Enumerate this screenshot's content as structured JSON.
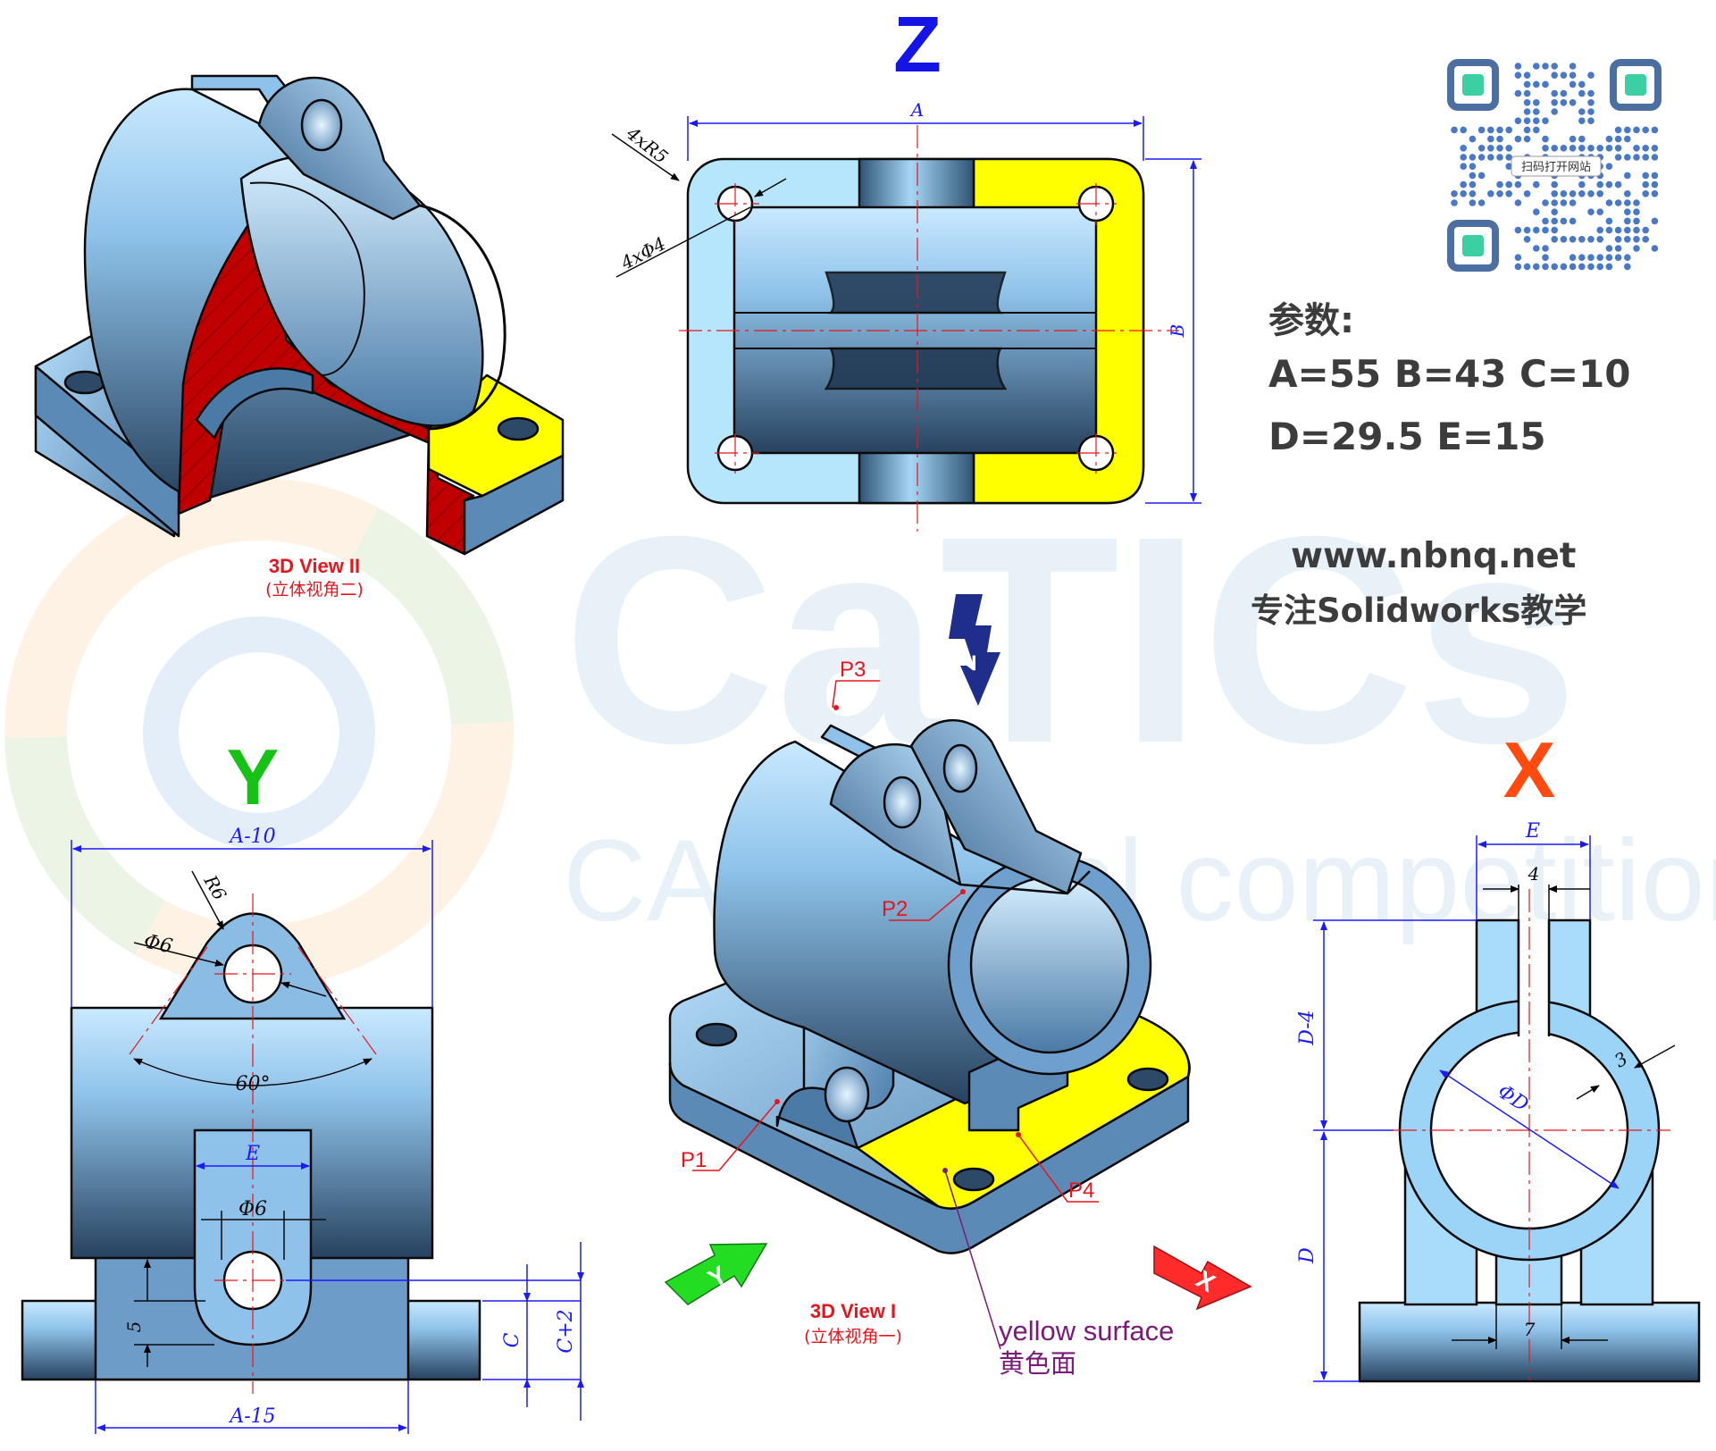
{
  "labels": {
    "z_view": "Z",
    "y_view": "Y",
    "x_view": "X",
    "view2_title": "3D View II",
    "view2_sub": "(立体视角二)",
    "view1_title": "3D View I",
    "view1_sub": "(立体视角一)",
    "yellow_surface_en": "yellow surface",
    "yellow_surface_cn": "黄色面",
    "p1": "P1",
    "p2": "P2",
    "p3": "P3",
    "p4": "P4"
  },
  "params": {
    "title": "参数:",
    "line1": "A=55 B=43 C=10",
    "line2": "D=29.5 E=15"
  },
  "site": {
    "url": "www.nbnq.net",
    "slogan": "专注Solidworks教学"
  },
  "qr": {
    "caption": "扫码打开网站"
  },
  "watermark": {
    "logo": "CaTICs",
    "tagline": "CAD digital competition"
  },
  "dims_z": {
    "A": "A",
    "B": "B",
    "R": "4xR5",
    "phi": "4xΦ4"
  },
  "dims_y": {
    "top": "A-10",
    "R6": "R6",
    "phi6_top": "Φ6",
    "angle": "60°",
    "E": "E",
    "phi6_bottom": "Φ6",
    "five": "5",
    "bottom": "A-15",
    "C": "C",
    "C2": "C+2"
  },
  "dims_x": {
    "E": "E",
    "four": "4",
    "D4": "D-4",
    "phiD": "ΦD",
    "three": "3",
    "D": "D",
    "seven": "7"
  },
  "colors": {
    "part_light": "#a9d8f5",
    "part_mid": "#6fa8d8",
    "part_dark": "#3c6386",
    "yellow": "#ffff00",
    "section_red": "#c00000",
    "dim_blue": "#1a1aff",
    "center_red": "#e8141c",
    "z_blue": "#1414e6",
    "y_green": "#16c216",
    "x_orange": "#ff4a10"
  }
}
